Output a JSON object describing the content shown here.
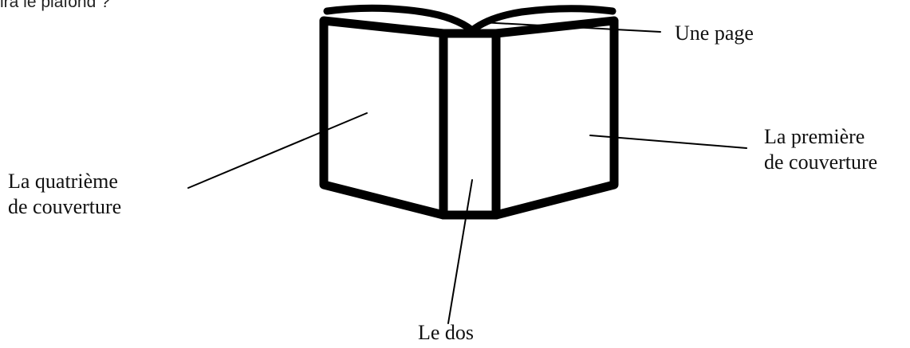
{
  "top_text": "ira le plafond ?",
  "labels": {
    "page": "Une page",
    "back_cover": [
      "La quatrième",
      "de couverture"
    ],
    "front_cover": [
      "La première",
      "de couverture"
    ],
    "spine": "Le dos"
  }
}
